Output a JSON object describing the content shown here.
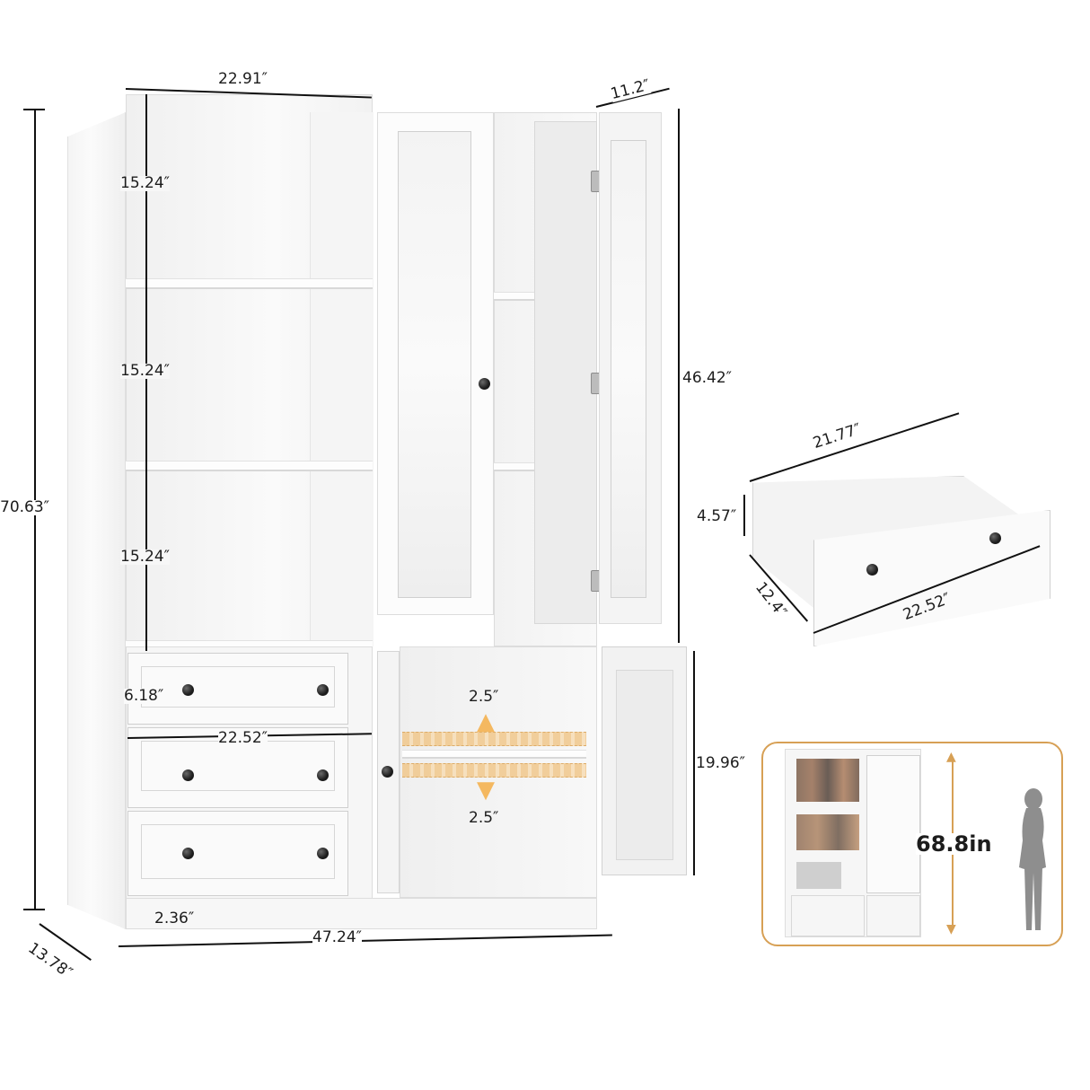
{
  "product": {
    "type": "bookcase-cabinet-with-glass-doors-and-drawers",
    "color": "#f6f6f6"
  },
  "dimensions": {
    "overall_height": "70.63″",
    "overall_width": "47.24″",
    "overall_depth": "13.78″",
    "left_section_width": "22.91″",
    "shelf_height_1": "15.24″",
    "shelf_height_2": "15.24″",
    "shelf_height_3": "15.24″",
    "door_depth": "11.2″",
    "glass_door_height": "46.42″",
    "drawer_height": "6.18″",
    "drawer_width": "22.52″",
    "base_height": "2.36″",
    "lower_cabinet_height": "19.96″",
    "adjust_up": "2.5″",
    "adjust_down": "2.5″"
  },
  "drawer_detail": {
    "inner_width": "21.77″",
    "depth": "12.4″",
    "height": "4.57″",
    "front_width": "22.52″"
  },
  "scale_inset": {
    "height_label": "68.8in",
    "accent_color": "#d7a055"
  }
}
